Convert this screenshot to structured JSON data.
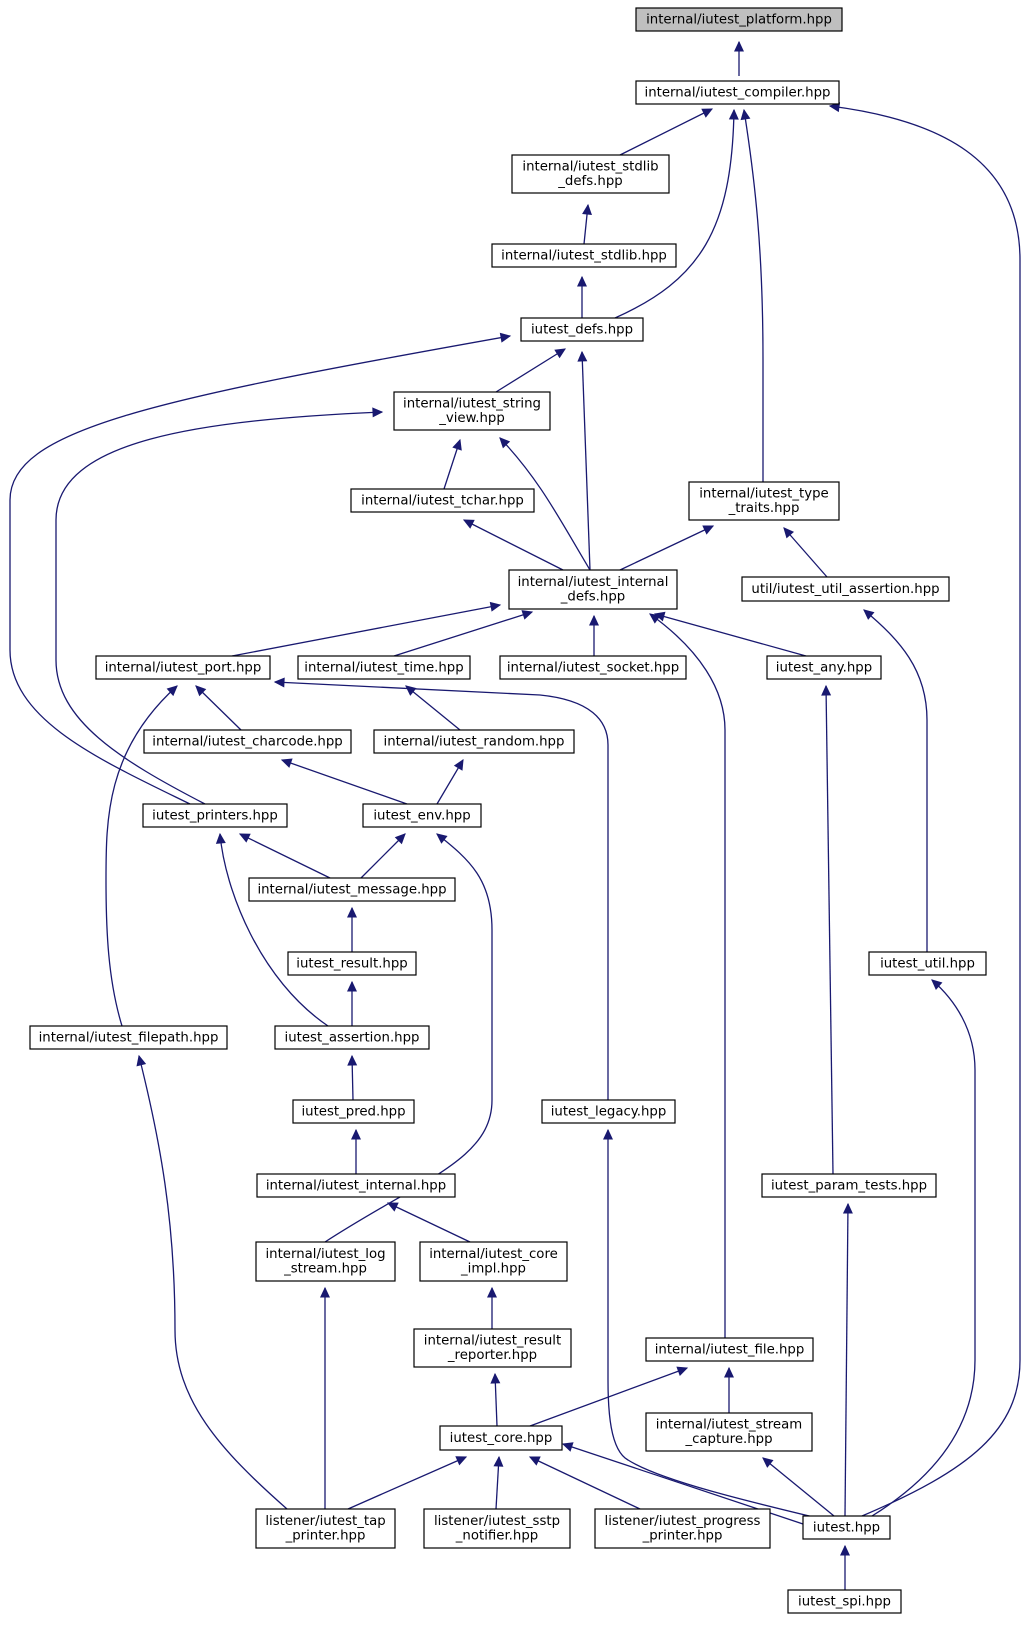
{
  "graph": {
    "title": "",
    "colors": {
      "edge": "#191970",
      "node_border": "#000000",
      "root_fill": "#bfbfbf",
      "node_fill": "#ffffff"
    },
    "nodes": [
      {
        "id": "platform",
        "lines": [
          "internal/iutest_platform.hpp"
        ],
        "root": true
      },
      {
        "id": "compiler",
        "lines": [
          "internal/iutest_compiler.hpp"
        ]
      },
      {
        "id": "stdlib_defs",
        "lines": [
          "internal/iutest_stdlib",
          "_defs.hpp"
        ]
      },
      {
        "id": "stdlib",
        "lines": [
          "internal/iutest_stdlib.hpp"
        ]
      },
      {
        "id": "defs",
        "lines": [
          "iutest_defs.hpp"
        ]
      },
      {
        "id": "string_view",
        "lines": [
          "internal/iutest_string",
          "_view.hpp"
        ]
      },
      {
        "id": "tchar",
        "lines": [
          "internal/iutest_tchar.hpp"
        ]
      },
      {
        "id": "type_traits",
        "lines": [
          "internal/iutest_type",
          "_traits.hpp"
        ]
      },
      {
        "id": "internal_defs",
        "lines": [
          "internal/iutest_internal",
          "_defs.hpp"
        ]
      },
      {
        "id": "util_assertion",
        "lines": [
          "util/iutest_util_assertion.hpp"
        ]
      },
      {
        "id": "port",
        "lines": [
          "internal/iutest_port.hpp"
        ]
      },
      {
        "id": "time",
        "lines": [
          "internal/iutest_time.hpp"
        ]
      },
      {
        "id": "socket",
        "lines": [
          "internal/iutest_socket.hpp"
        ]
      },
      {
        "id": "any",
        "lines": [
          "iutest_any.hpp"
        ]
      },
      {
        "id": "charcode",
        "lines": [
          "internal/iutest_charcode.hpp"
        ]
      },
      {
        "id": "random",
        "lines": [
          "internal/iutest_random.hpp"
        ]
      },
      {
        "id": "printers",
        "lines": [
          "iutest_printers.hpp"
        ]
      },
      {
        "id": "env",
        "lines": [
          "iutest_env.hpp"
        ]
      },
      {
        "id": "message",
        "lines": [
          "internal/iutest_message.hpp"
        ]
      },
      {
        "id": "result",
        "lines": [
          "iutest_result.hpp"
        ]
      },
      {
        "id": "util",
        "lines": [
          "iutest_util.hpp"
        ]
      },
      {
        "id": "filepath",
        "lines": [
          "internal/iutest_filepath.hpp"
        ]
      },
      {
        "id": "assertion",
        "lines": [
          "iutest_assertion.hpp"
        ]
      },
      {
        "id": "pred",
        "lines": [
          "iutest_pred.hpp"
        ]
      },
      {
        "id": "legacy",
        "lines": [
          "iutest_legacy.hpp"
        ]
      },
      {
        "id": "internal",
        "lines": [
          "internal/iutest_internal.hpp"
        ]
      },
      {
        "id": "param_tests",
        "lines": [
          "iutest_param_tests.hpp"
        ]
      },
      {
        "id": "log_stream",
        "lines": [
          "internal/iutest_log",
          "_stream.hpp"
        ]
      },
      {
        "id": "core_impl",
        "lines": [
          "internal/iutest_core",
          "_impl.hpp"
        ]
      },
      {
        "id": "result_reporter",
        "lines": [
          "internal/iutest_result",
          "_reporter.hpp"
        ]
      },
      {
        "id": "file",
        "lines": [
          "internal/iutest_file.hpp"
        ]
      },
      {
        "id": "stream_capture",
        "lines": [
          "internal/iutest_stream",
          "_capture.hpp"
        ]
      },
      {
        "id": "core",
        "lines": [
          "iutest_core.hpp"
        ]
      },
      {
        "id": "tap_printer",
        "lines": [
          "listener/iutest_tap",
          "_printer.hpp"
        ]
      },
      {
        "id": "sstp_notifier",
        "lines": [
          "listener/iutest_sstp",
          "_notifier.hpp"
        ]
      },
      {
        "id": "progress_printer",
        "lines": [
          "listener/iutest_progress",
          "_printer.hpp"
        ]
      },
      {
        "id": "iutest",
        "lines": [
          "iutest.hpp"
        ]
      },
      {
        "id": "spi",
        "lines": [
          "iutest_spi.hpp"
        ]
      }
    ],
    "edges": [
      {
        "from": "platform",
        "to": "compiler"
      },
      {
        "from": "compiler",
        "to": "stdlib_defs"
      },
      {
        "from": "compiler",
        "to": "defs"
      },
      {
        "from": "compiler",
        "to": "type_traits"
      },
      {
        "from": "compiler",
        "to": "iutest"
      },
      {
        "from": "stdlib_defs",
        "to": "stdlib"
      },
      {
        "from": "stdlib",
        "to": "defs"
      },
      {
        "from": "defs",
        "to": "string_view"
      },
      {
        "from": "defs",
        "to": "internal_defs"
      },
      {
        "from": "defs",
        "to": "printers"
      },
      {
        "from": "string_view",
        "to": "tchar"
      },
      {
        "from": "string_view",
        "to": "internal_defs"
      },
      {
        "from": "string_view",
        "to": "printers"
      },
      {
        "from": "tchar",
        "to": "internal_defs"
      },
      {
        "from": "type_traits",
        "to": "internal_defs"
      },
      {
        "from": "type_traits",
        "to": "util_assertion"
      },
      {
        "from": "internal_defs",
        "to": "port"
      },
      {
        "from": "internal_defs",
        "to": "time"
      },
      {
        "from": "internal_defs",
        "to": "socket"
      },
      {
        "from": "internal_defs",
        "to": "any"
      },
      {
        "from": "internal_defs",
        "to": "file"
      },
      {
        "from": "util_assertion",
        "to": "util"
      },
      {
        "from": "port",
        "to": "charcode"
      },
      {
        "from": "port",
        "to": "filepath"
      },
      {
        "from": "port",
        "to": "legacy"
      },
      {
        "from": "time",
        "to": "random"
      },
      {
        "from": "any",
        "to": "param_tests"
      },
      {
        "from": "charcode",
        "to": "env"
      },
      {
        "from": "random",
        "to": "env"
      },
      {
        "from": "printers",
        "to": "message"
      },
      {
        "from": "printers",
        "to": "assertion"
      },
      {
        "from": "env",
        "to": "message"
      },
      {
        "from": "env",
        "to": "log_stream"
      },
      {
        "from": "message",
        "to": "result"
      },
      {
        "from": "result",
        "to": "assertion"
      },
      {
        "from": "util",
        "to": "iutest"
      },
      {
        "from": "filepath",
        "to": "tap_printer"
      },
      {
        "from": "assertion",
        "to": "pred"
      },
      {
        "from": "pred",
        "to": "internal"
      },
      {
        "from": "legacy",
        "to": "iutest"
      },
      {
        "from": "internal",
        "to": "core_impl"
      },
      {
        "from": "param_tests",
        "to": "iutest"
      },
      {
        "from": "log_stream",
        "to": "tap_printer"
      },
      {
        "from": "core_impl",
        "to": "result_reporter"
      },
      {
        "from": "result_reporter",
        "to": "core"
      },
      {
        "from": "file",
        "to": "core"
      },
      {
        "from": "file",
        "to": "stream_capture"
      },
      {
        "from": "stream_capture",
        "to": "iutest"
      },
      {
        "from": "core",
        "to": "tap_printer"
      },
      {
        "from": "core",
        "to": "sstp_notifier"
      },
      {
        "from": "core",
        "to": "progress_printer"
      },
      {
        "from": "core",
        "to": "iutest"
      },
      {
        "from": "iutest",
        "to": "spi"
      }
    ]
  }
}
